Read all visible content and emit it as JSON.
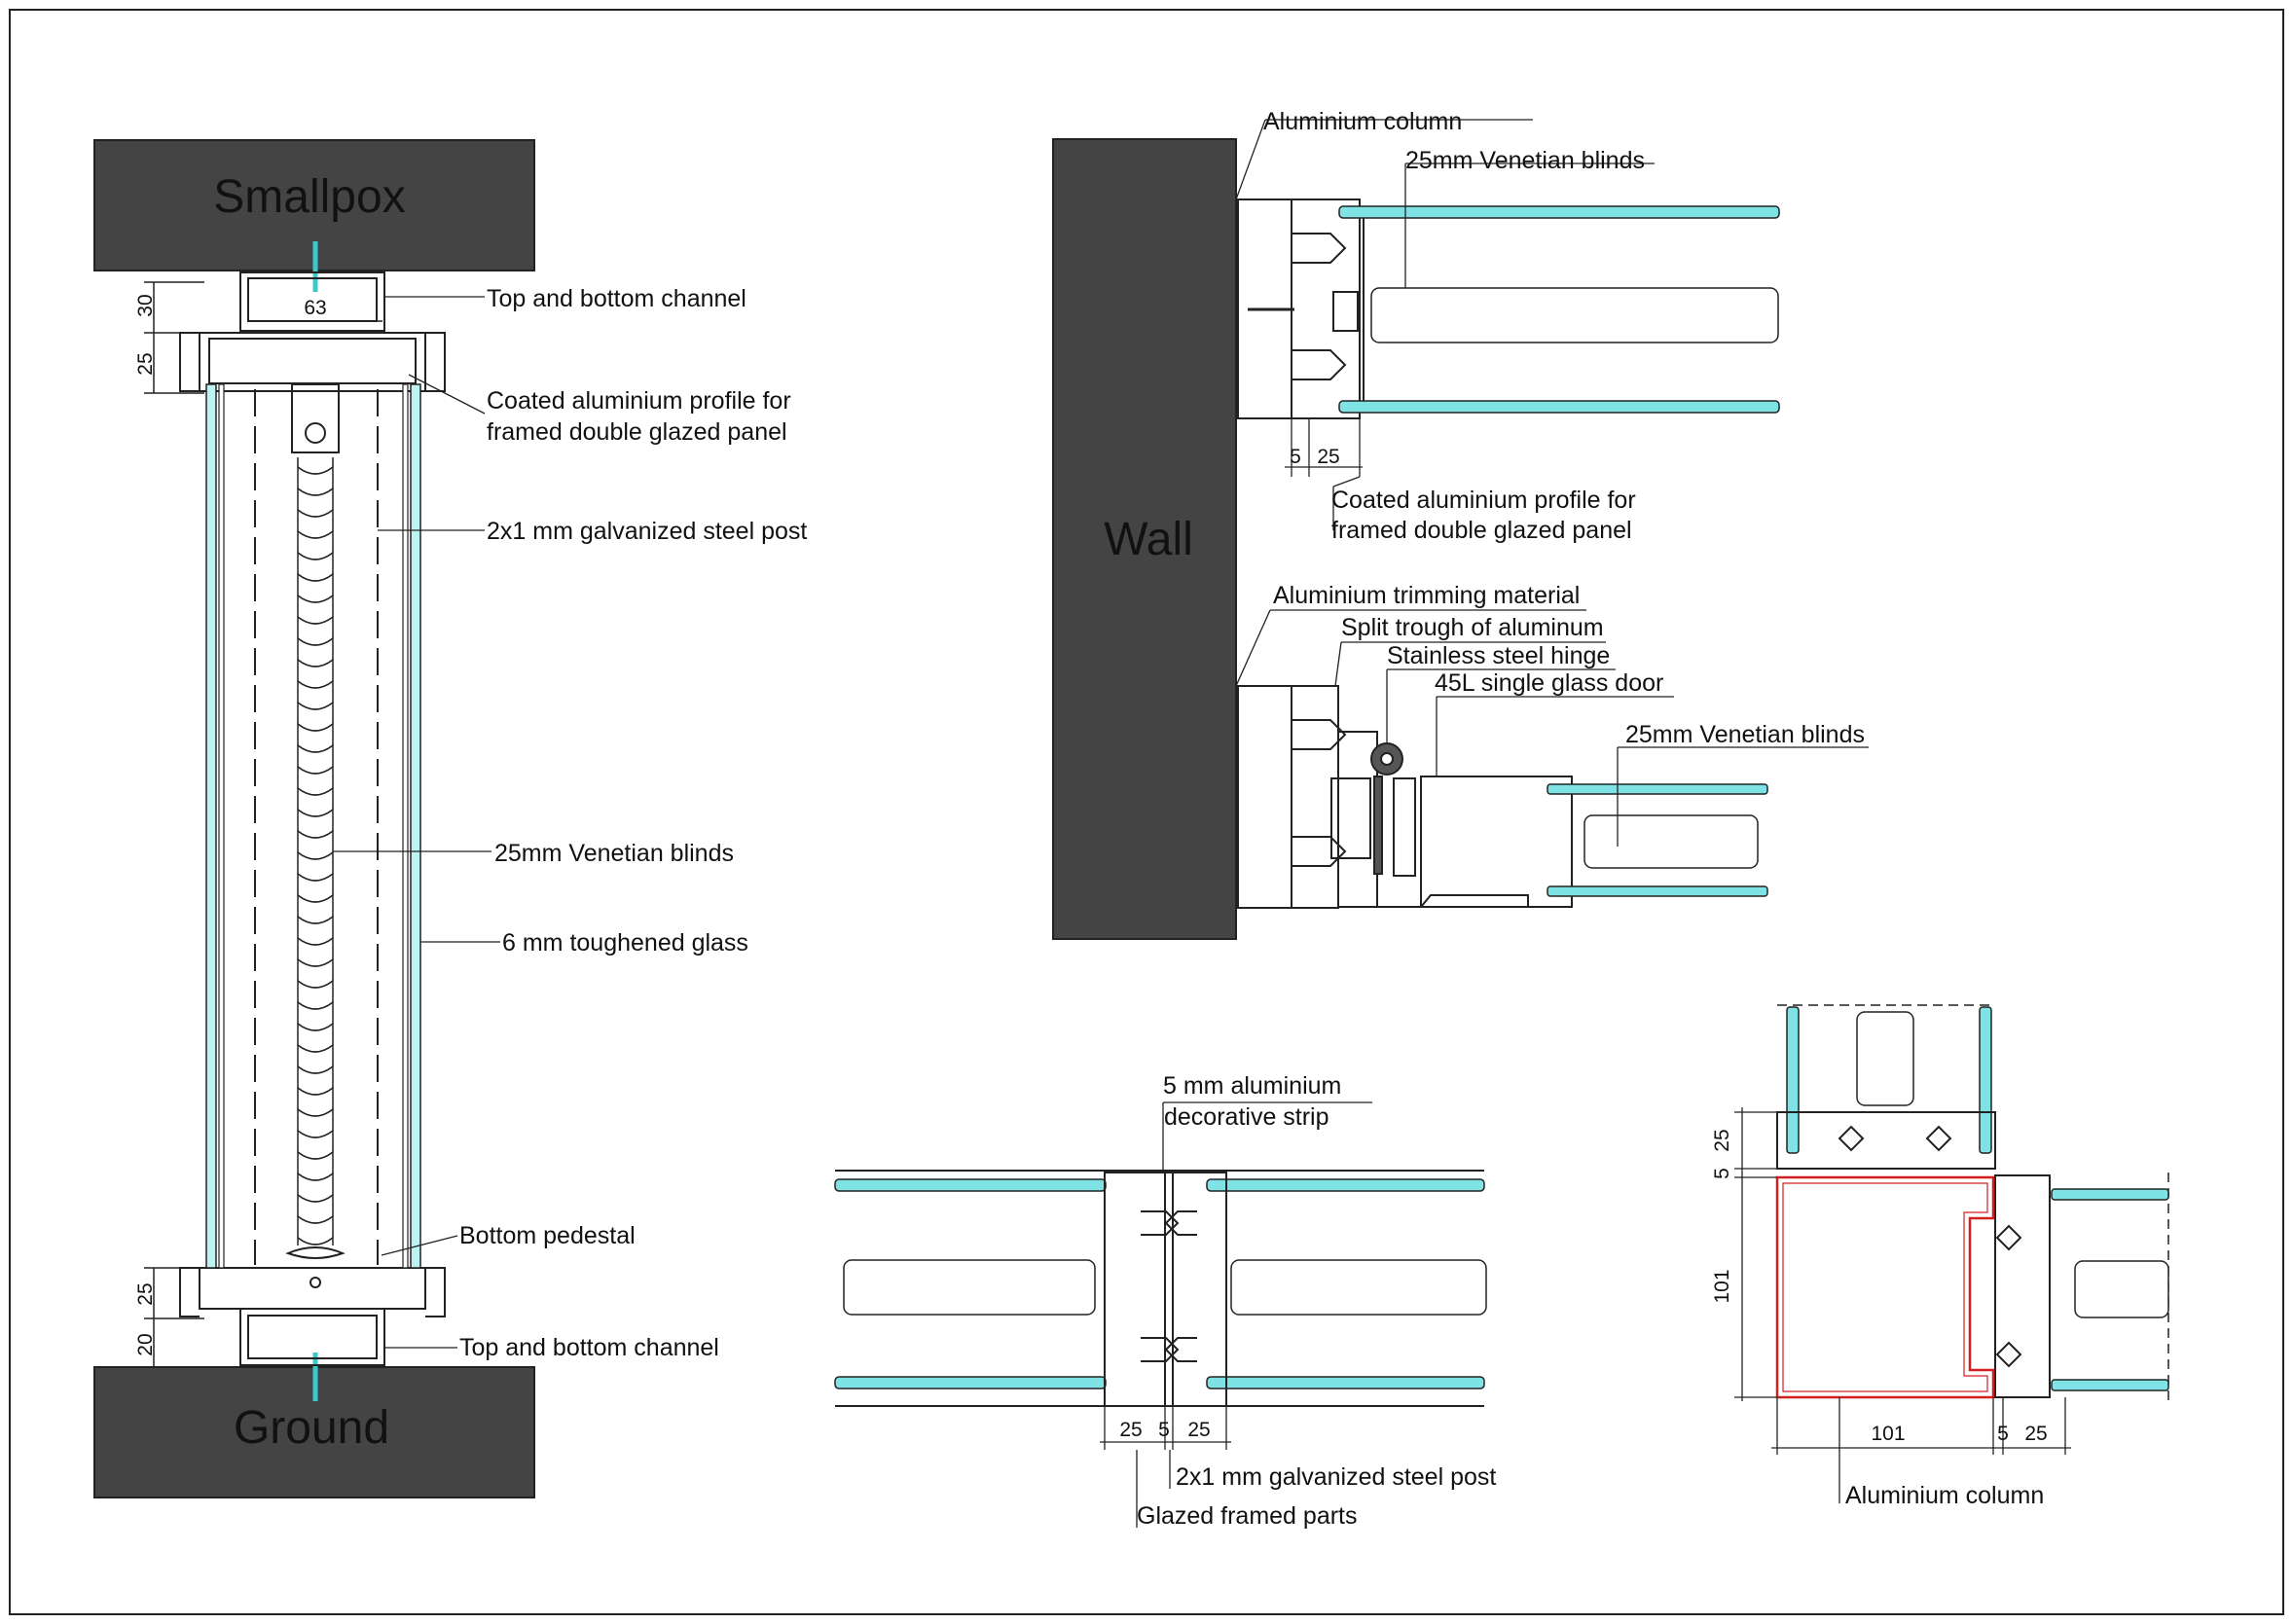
{
  "blocks": {
    "top": "Smallpox",
    "bottom": "Ground",
    "wall": "Wall"
  },
  "section_left": {
    "labels": {
      "top_channel": "Top and bottom channel",
      "coated_profile_1": "Coated aluminium profile for",
      "coated_profile_2": "framed double glazed panel",
      "steel_post": "2x1 mm galvanized steel post",
      "blinds": "25mm Venetian blinds",
      "glass": "6 mm toughened glass",
      "pedestal": "Bottom pedestal",
      "bottom_channel": "Top and bottom channel"
    },
    "dims": {
      "d63": "63",
      "d30": "30",
      "d25a": "25",
      "d25b": "25",
      "d20": "20"
    }
  },
  "wall_detail_upper": {
    "labels": {
      "column": "Aluminium column",
      "blinds": "25mm Venetian blinds",
      "coated_1": "Coated aluminium profile for",
      "coated_2": "framed double glazed panel"
    },
    "dims": {
      "d5": "5",
      "d25": "25"
    }
  },
  "wall_detail_lower": {
    "labels": {
      "trim": "Aluminium trimming material",
      "trough": "Split trough of aluminum",
      "hinge": "Stainless steel hinge",
      "door": "45L single glass door",
      "blinds": "25mm Venetian blinds"
    }
  },
  "joint_detail": {
    "labels": {
      "strip_1": "5 mm aluminium",
      "strip_2": "decorative strip",
      "post": "2x1 mm galvanized steel post",
      "parts": "Glazed framed parts"
    },
    "dims": {
      "a": "25",
      "b": "5",
      "c": "25"
    }
  },
  "corner_detail": {
    "labels": {
      "column": "Aluminium column"
    },
    "dims": {
      "v25": "25",
      "v5": "5",
      "v101": "101",
      "h101": "101",
      "h5": "5",
      "h25": "25"
    }
  },
  "colors": {
    "block": "#444444",
    "glass": "#7fe3e6",
    "line": "#1a1a1a",
    "highlight": "#d21f1f"
  }
}
